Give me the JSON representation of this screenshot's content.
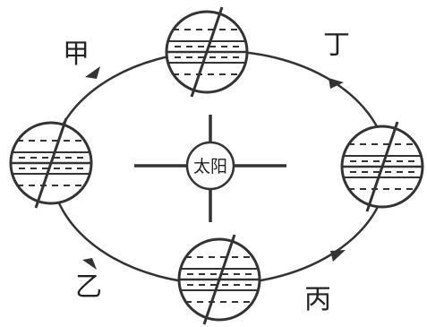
{
  "diagram": {
    "sun_label": "太阳",
    "position_labels": {
      "jia": "甲",
      "yi": "乙",
      "bing": "丙",
      "ding": "丁"
    },
    "colors": {
      "stroke": "#333333",
      "background": "#ffffff"
    }
  }
}
